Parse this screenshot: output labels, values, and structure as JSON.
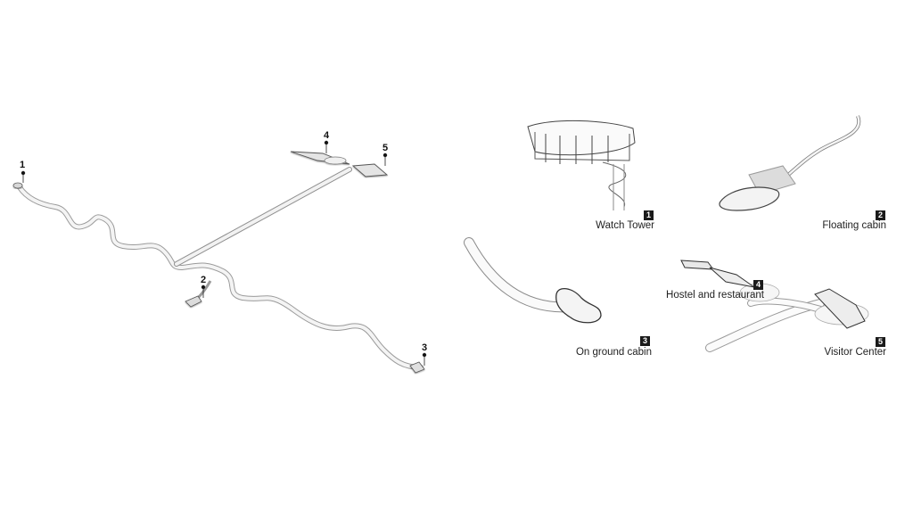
{
  "site_plan": {
    "markers": [
      "1",
      "2",
      "3",
      "4",
      "5"
    ]
  },
  "details": [
    {
      "number": "1",
      "caption": "Watch Tower"
    },
    {
      "number": "2",
      "caption": "Floating cabin"
    },
    {
      "number": "3",
      "caption": "On ground cabin"
    },
    {
      "number": "4",
      "caption": "Hostel and restaurant"
    },
    {
      "number": "5",
      "caption": "Visitor Center"
    }
  ]
}
